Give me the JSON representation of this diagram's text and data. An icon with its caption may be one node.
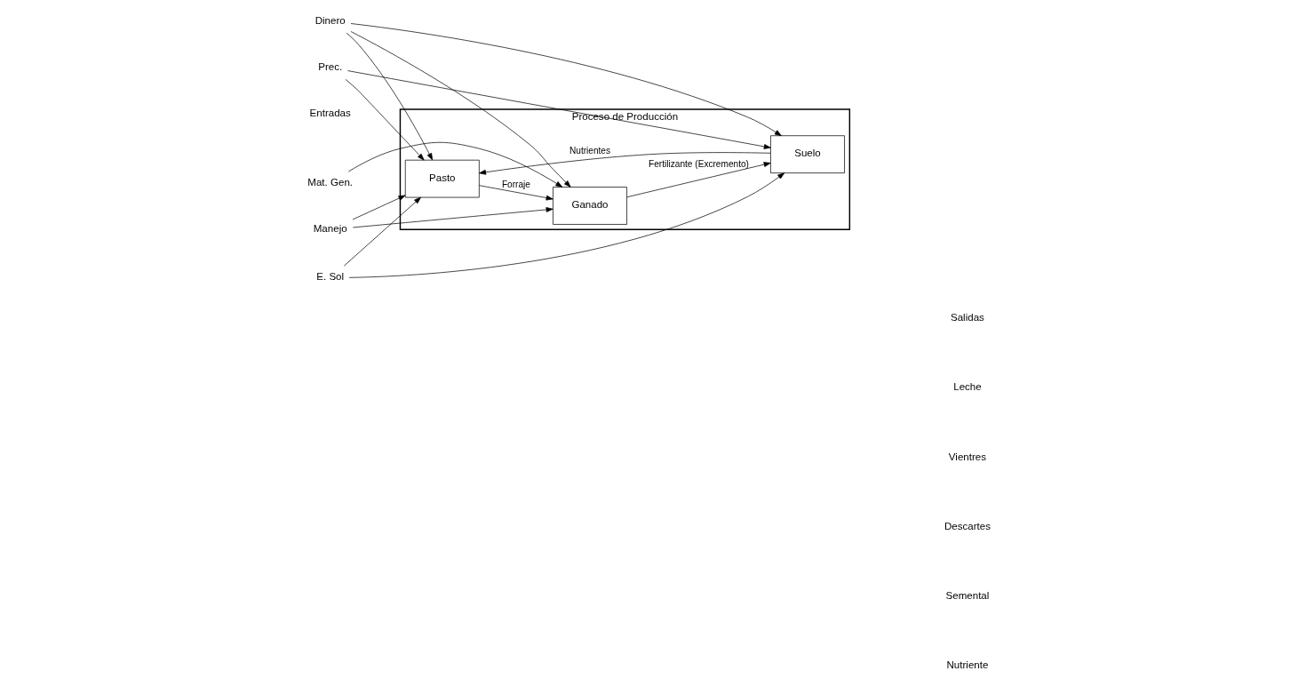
{
  "diagram": {
    "nodes": [
      {
        "text": [
          "Proceso de Producción"
        ]
      },
      {
        "text": [
          "Pasto"
        ],
        "in": 0
      },
      {
        "text": [
          "Ganado"
        ],
        "in": 0
      },
      {
        "text": [
          "Suelo"
        ],
        "in": 0
      },
      {
        "text": [
          "Mat. Gen."
        ]
      },
      {
        "text": [
          "Manejo"
        ]
      },
      {
        "text": [
          "Dinero"
        ]
      },
      {
        "text": [
          "Prec."
        ]
      },
      {
        "text": [
          "E. Sol"
        ]
      }
    ],
    "edges": [
      {
        "from": 4,
        "to": 2,
        "arrow": "to"
      },
      {
        "from": 5,
        "to": 1,
        "arrow": "to"
      },
      {
        "from": 5,
        "to": 2,
        "arrow": "to"
      },
      {
        "from": 1,
        "to": 2,
        "arrow": "to",
        "label": "Forraje"
      },
      {
        "from": 3,
        "to": 1,
        "arrow": "to",
        "label": "Nutrientes"
      },
      {
        "from": 6,
        "to": 1,
        "arrow": "to"
      },
      {
        "from": 6,
        "to": 2,
        "arrow": "to"
      },
      {
        "from": 6,
        "to": 3,
        "arrow": "to"
      },
      {
        "from": 7,
        "to": 1,
        "arrow": "to"
      },
      {
        "from": 7,
        "to": 3,
        "arrow": "to"
      },
      {
        "from": 8,
        "to": 1,
        "arrow": "to"
      },
      {
        "from": 8,
        "to": 3,
        "arrow": "to"
      },
      {
        "from": 2,
        "to": 3,
        "arrow": "to",
        "label": "Fertilizante (Excremento)"
      }
    ],
    "labels": [
      "Entradas",
      "Salidas",
      "Leche",
      "Vientres",
      "Descartes",
      "Semental",
      "Nutriente"
    ]
  }
}
